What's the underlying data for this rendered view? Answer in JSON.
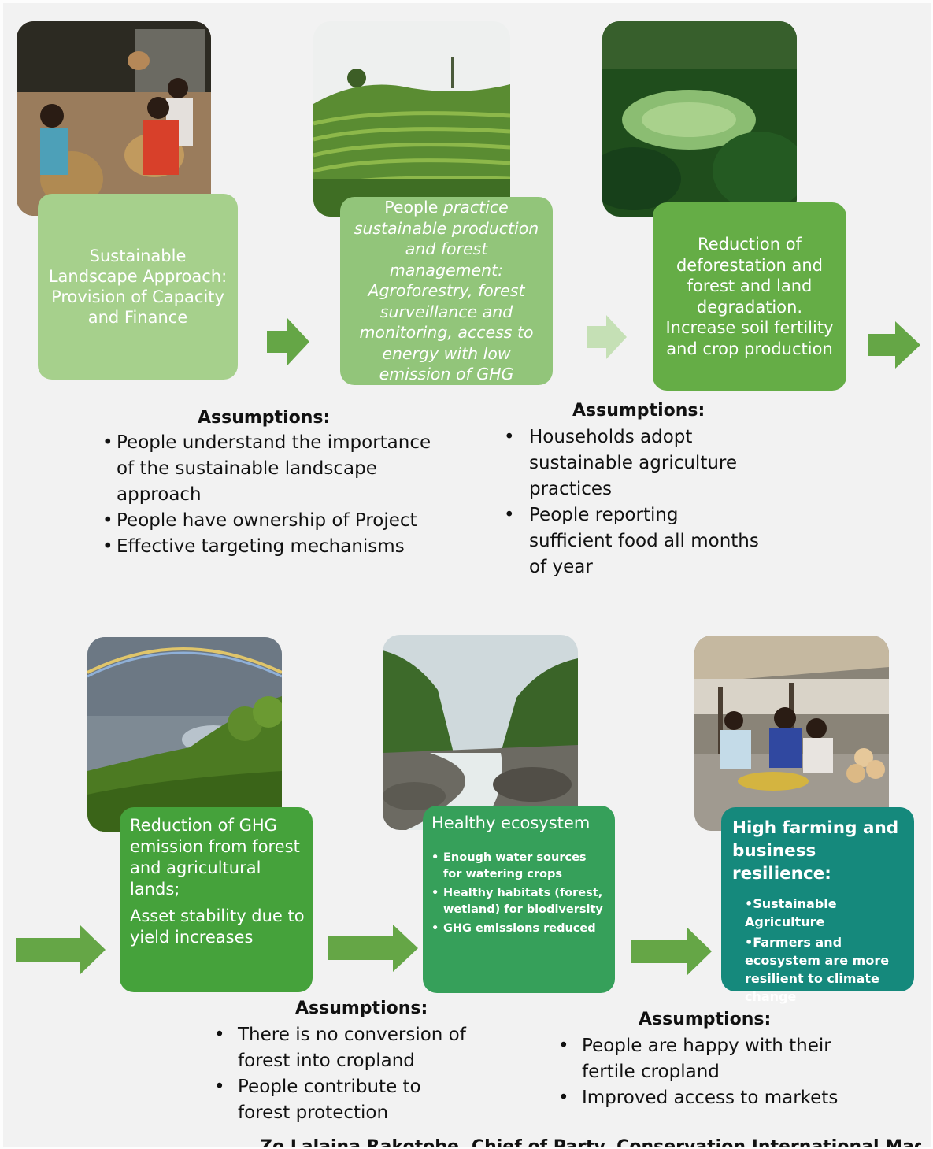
{
  "row1": {
    "box1": "Sustainable Landscape Approach:  Provision of Capacity and Finance",
    "box2": {
      "lead": "People ",
      "rest": "practice sustainable production and forest management: Agroforestry, forest surveillance and monitoring, access to energy with low emission of GHG"
    },
    "box3": "Reduction of deforestation and forest and land degradation. Increase soil fertility and crop production"
  },
  "row2": {
    "box4": {
      "line1": "Reduction of GHG emission from forest and agricultural lands;",
      "line2": "Asset stability due to yield increases"
    },
    "box5": {
      "title": "Healthy ecosystem",
      "items": [
        "Enough water sources for watering crops",
        "Healthy habitats (forest, wetland)  for biodiversity",
        "GHG emissions reduced"
      ]
    },
    "box6": {
      "title": "High farming and business resilience:",
      "items": [
        "Sustainable Agriculture",
        "Farmers and ecosystem are more resilient to climate change"
      ]
    }
  },
  "assumptions": [
    {
      "heading": "Assumptions:",
      "items": [
        "People understand the importance of the sustainable landscape approach",
        "People have ownership of Project",
        "Effective targeting mechanisms"
      ]
    },
    {
      "heading": "Assumptions:",
      "items": [
        "Households adopt sustainable agriculture practices",
        "People reporting sufficient food all months of year"
      ]
    },
    {
      "heading": "Assumptions:",
      "items": [
        "There is no conversion of forest into cropland",
        "People contribute to forest protection"
      ]
    },
    {
      "heading": "Assumptions:",
      "items": [
        "People are happy with their fertile cropland",
        "Improved access to markets"
      ]
    }
  ],
  "footer": "Zo Lalaina Rakotobe, Chief of Party, Conservation International Madagascar",
  "colors": {
    "box1": "#a6d08c",
    "box2": "#92c57a",
    "box3": "#65ad46",
    "box4": "#45a23b",
    "box5": "#36a05a",
    "box6": "#15897c",
    "arrow": "#65a646",
    "arrow_light": "#c5e0b5"
  }
}
